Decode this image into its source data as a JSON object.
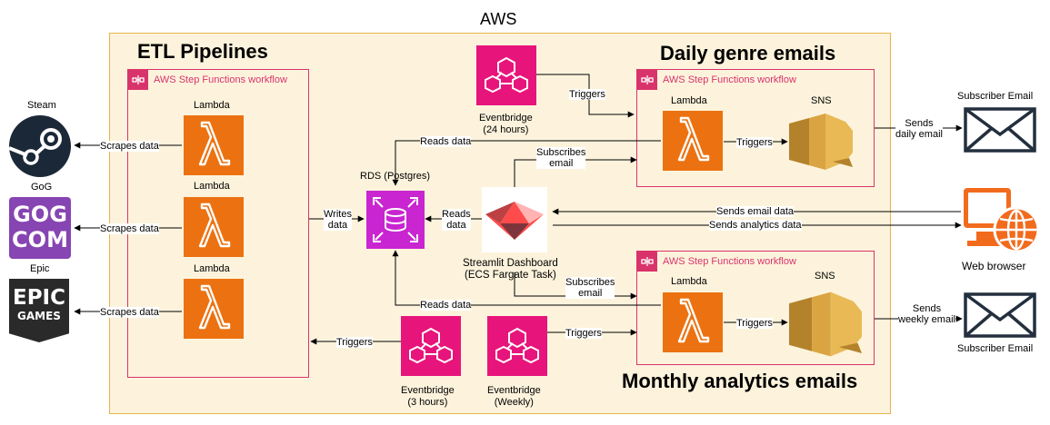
{
  "aws_title": "AWS",
  "etl": {
    "title": "ETL Pipelines",
    "workflow_label": "AWS Step Functions workflow",
    "lambda_labels": [
      "Lambda",
      "Lambda",
      "Lambda"
    ]
  },
  "daily": {
    "title": "Daily genre emails",
    "workflow_label": "AWS Step Functions workflow",
    "lambda_label": "Lambda",
    "sns_label": "SNS"
  },
  "monthly": {
    "title": "Monthly analytics emails",
    "workflow_label": "AWS Step Functions workflow",
    "lambda_label": "Lambda",
    "sns_label": "SNS"
  },
  "sources": {
    "steam": "Steam",
    "gog": "GoG",
    "epic": "Epic",
    "gog_logo_top": "GOG",
    "gog_logo_bottom": "COM",
    "epic_logo_top": "EPIC",
    "epic_logo_bottom": "GAMES"
  },
  "rds_label": "RDS (Postgres)",
  "streamlit_label": "Streamlit Dashboard\n(ECS Fargate Task)",
  "eventbridge": {
    "daily": "Eventbridge\n(24 hours)",
    "etl": "Eventbridge\n(3 hours)",
    "weekly": "Eventbridge\n(Weekly)"
  },
  "edges": {
    "scrapes_1": "Scrapes data",
    "scrapes_2": "Scrapes data",
    "scrapes_3": "Scrapes data",
    "writes": "Writes\ndata",
    "reads_streamlit": "Reads\ndata",
    "reads_daily": "Reads data",
    "reads_monthly": "Reads data",
    "triggers_daily_evb": "Triggers",
    "triggers_daily_sns": "Triggers",
    "triggers_monthly_sns": "Triggers",
    "triggers_etl": "Triggers",
    "triggers_weekly": "Triggers",
    "subscribes_daily": "Subscribes\nemail",
    "subscribes_monthly": "Subscribes\nemail",
    "sends_email_data": "Sends email data",
    "sends_analytics_data": "Sends analytics data",
    "sends_daily": "Sends\ndaily email",
    "sends_weekly": "Sends\nweekly email"
  },
  "subscriber_top": "Subscriber Email",
  "subscriber_bottom": "Subscriber Email",
  "web_browser": "Web browser",
  "colors": {
    "aws_bg": "#fdf3dc",
    "aws_border": "#e6b64a",
    "step_functions": "#d9336b",
    "lambda": "#ec7211",
    "eventbridge": "#e7157b",
    "rds": "#c925d1",
    "sns": "#d9a441",
    "browser": "#f26b1d"
  }
}
